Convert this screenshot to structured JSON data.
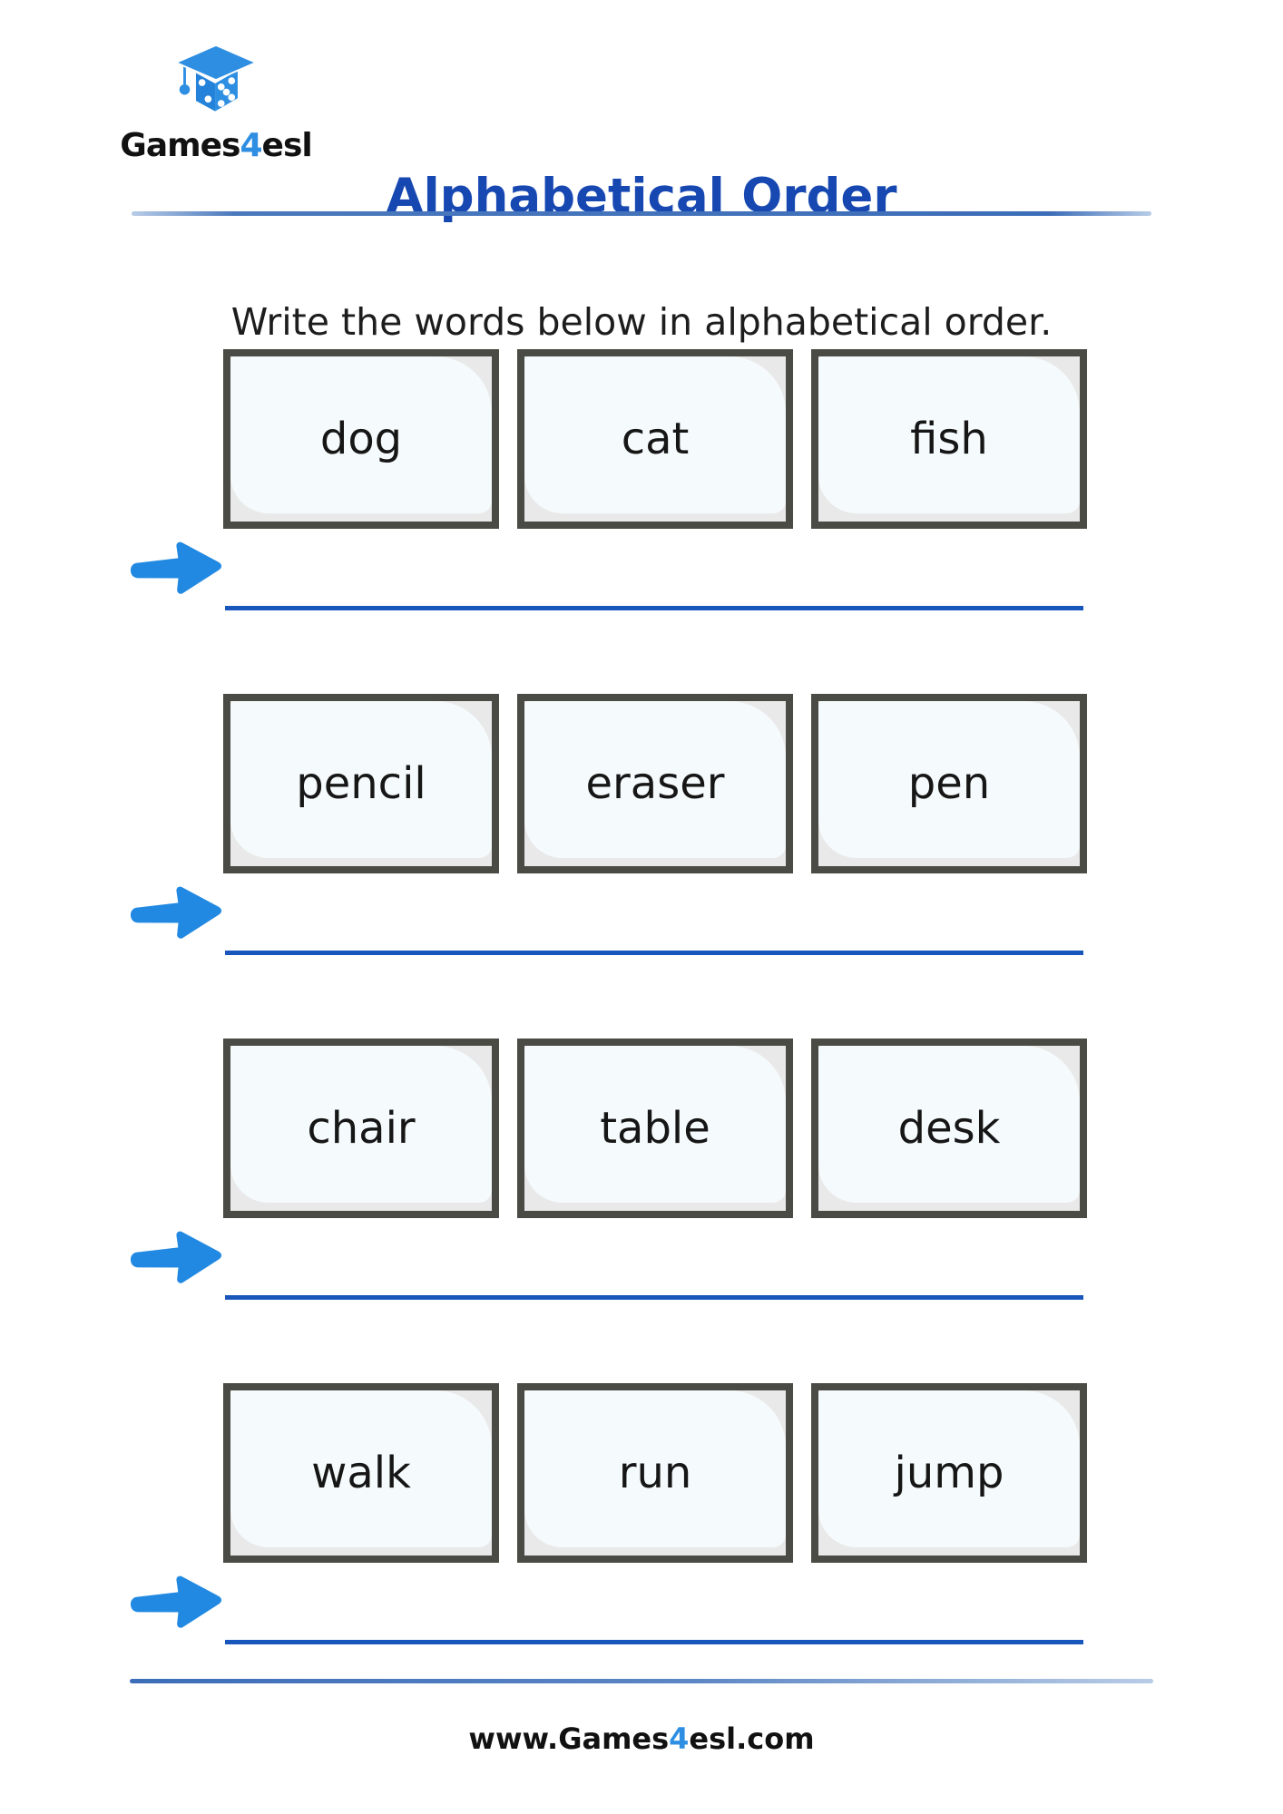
{
  "logo": {
    "icon": "dice-graduation-cap-icon",
    "brand_prefix": "Games",
    "brand_digit": "4",
    "brand_suffix": "esl"
  },
  "header": {
    "title": "Alphabetical Order"
  },
  "instruction": {
    "text": "Write the words below in alphabetical order."
  },
  "exercises": [
    {
      "words": [
        "dog",
        "cat",
        "fish"
      ],
      "answer_value": ""
    },
    {
      "words": [
        "pencil",
        "eraser",
        "pen"
      ],
      "answer_value": ""
    },
    {
      "words": [
        "chair",
        "table",
        "desk"
      ],
      "answer_value": ""
    },
    {
      "words": [
        "walk",
        "run",
        "jump"
      ],
      "answer_value": ""
    }
  ],
  "footer": {
    "url_prefix": "www.Games",
    "url_digit": "4",
    "url_suffix": "esl.com"
  },
  "colors": {
    "title_blue": "#1748b2",
    "accent_blue": "#2e8fe2",
    "arrow_blue": "#2189e2",
    "answer_line_blue": "#1956bb",
    "divider_steel_blue": "#3c6db8",
    "card_border_gray": "#4b4b45",
    "card_fill": "#f5fafc",
    "card_shadow_gray": "#e9e9e9",
    "text_black": "#1d1d1d"
  }
}
